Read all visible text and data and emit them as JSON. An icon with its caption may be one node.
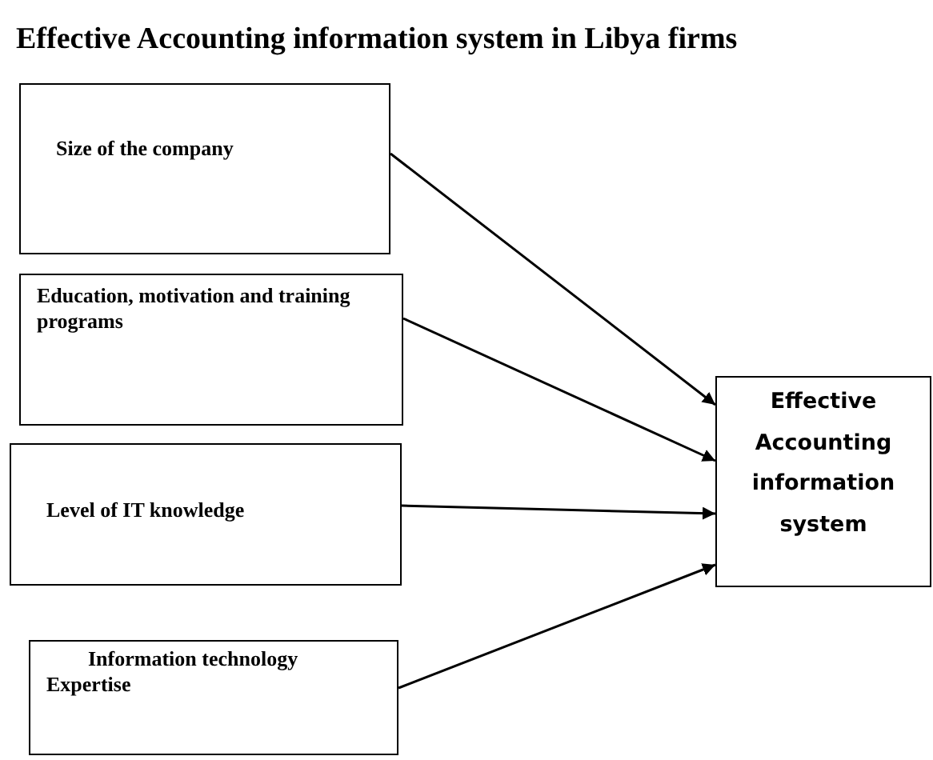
{
  "diagram": {
    "title": "Effective Accounting information system in Libya firms",
    "nodes": [
      {
        "text": [
          "Size of the company"
        ]
      },
      {
        "text": [
          "Education, motivation and training programs"
        ]
      },
      {
        "text": [
          "Level of IT knowledge"
        ]
      },
      {
        "text": [
          "Information technology Expertise"
        ]
      },
      {
        "text": [
          "Effective Accounting information system"
        ]
      }
    ],
    "edges": [
      {
        "from": 0,
        "to": 4,
        "arrow": "to"
      },
      {
        "from": 1,
        "to": 4,
        "arrow": "to"
      },
      {
        "from": 2,
        "to": 4,
        "arrow": "to"
      },
      {
        "from": 3,
        "to": 4,
        "arrow": "to"
      }
    ]
  }
}
